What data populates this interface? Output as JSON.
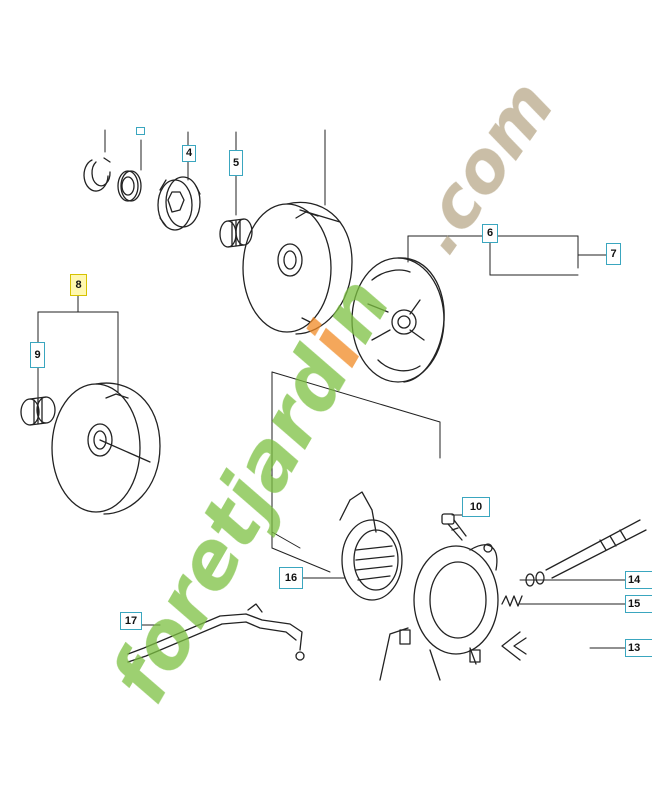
{
  "diagram": {
    "callouts": [
      {
        "id": "c4",
        "label": "4"
      },
      {
        "id": "c5",
        "label": "5"
      },
      {
        "id": "c6",
        "label": "6"
      },
      {
        "id": "c7",
        "label": "7"
      },
      {
        "id": "c8",
        "label": "8",
        "highlighted": true
      },
      {
        "id": "c9",
        "label": "9"
      },
      {
        "id": "c10",
        "label": "10"
      },
      {
        "id": "c16",
        "label": "16"
      },
      {
        "id": "c17",
        "label": "17"
      },
      {
        "id": "c14",
        "label": "14"
      },
      {
        "id": "c15",
        "label": "15"
      },
      {
        "id": "c13",
        "label": "13"
      }
    ],
    "watermark": {
      "brand_green": "foretjard",
      "brand_orange": "i",
      "brand_green2": "n",
      "domain": ".com",
      "color_green": "#7dc142",
      "color_orange": "#f08a24",
      "color_tan": "#b8a98a"
    },
    "colors": {
      "callout_border": "#3aa6bf",
      "highlight_fill": "#fff8b0",
      "line": "#222222"
    }
  }
}
